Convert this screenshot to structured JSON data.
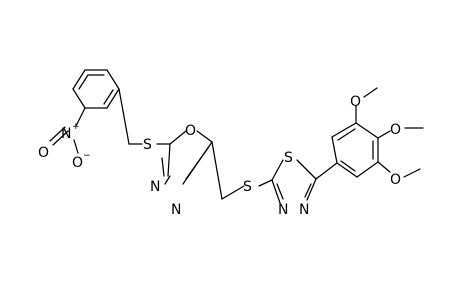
{
  "molecule": {
    "labels": {
      "nitro_o_left": "O",
      "nitro_n": "N",
      "nitro_o_bottom": "O",
      "thioether_s1": "S",
      "oxadiazole_o": "O",
      "oxadiazole_n_left": "N",
      "oxadiazole_n_right": "N",
      "thioether_s2": "S",
      "thiadiazole_s": "S",
      "thiadiazole_n_left": "N",
      "thiadiazole_n_right": "N",
      "methoxy_o_top": "O",
      "methoxy_o_middle": "O",
      "methoxy_o_bottom": "O"
    },
    "charges": {
      "nitro_n_plus": "+",
      "nitro_o_minus": "−"
    }
  }
}
